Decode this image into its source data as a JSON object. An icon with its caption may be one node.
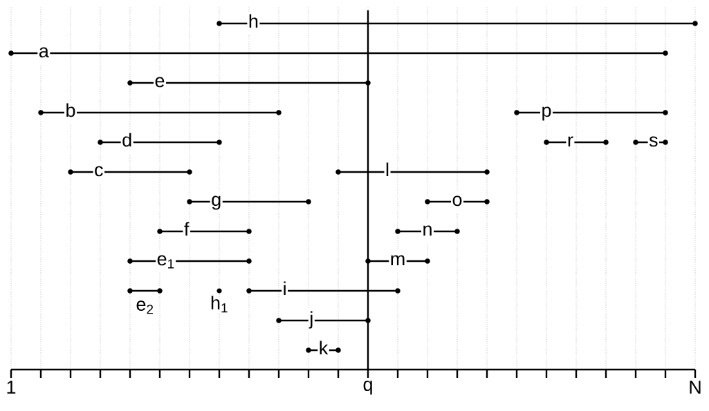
{
  "diagram": {
    "nodes": [
      {
        "text": [],
        "shape": "circle"
      },
      {
        "text": [],
        "shape": "circle"
      },
      {
        "text": [],
        "shape": "circle"
      },
      {
        "text": [],
        "shape": "circle"
      },
      {
        "text": [],
        "shape": "circle"
      },
      {
        "text": [],
        "shape": "circle"
      },
      {
        "text": [],
        "shape": "circle"
      },
      {
        "text": [],
        "shape": "circle"
      },
      {
        "text": [],
        "shape": "circle"
      },
      {
        "text": [],
        "shape": "circle"
      },
      {
        "text": [],
        "shape": "circle"
      },
      {
        "text": [],
        "shape": "circle"
      },
      {
        "text": [],
        "shape": "circle"
      },
      {
        "text": [],
        "shape": "circle"
      },
      {
        "text": [],
        "shape": "circle"
      },
      {
        "text": [],
        "shape": "circle"
      },
      {
        "text": [],
        "shape": "circle"
      },
      {
        "text": [],
        "shape": "circle"
      },
      {
        "text": [],
        "shape": "circle"
      },
      {
        "text": [],
        "shape": "circle"
      },
      {
        "text": [],
        "shape": "circle"
      },
      {
        "text": [],
        "shape": "circle"
      },
      {
        "text": [],
        "shape": "circle"
      },
      {
        "text": [],
        "shape": "circle"
      },
      {
        "text": [],
        "shape": "circle"
      },
      {
        "text": [],
        "shape": "circle"
      },
      {
        "text": [],
        "shape": "circle"
      },
      {
        "text": [],
        "shape": "circle"
      },
      {
        "text": [],
        "shape": "circle"
      },
      {
        "text": [],
        "shape": "circle"
      },
      {
        "text": [],
        "shape": "circle"
      },
      {
        "text": [],
        "shape": "circle"
      },
      {
        "text": [],
        "shape": "circle"
      },
      {
        "text": [],
        "shape": "circle"
      },
      {
        "text": [
          "h$_{1}$"
        ]
      },
      {
        "text": [],
        "shape": "circle"
      },
      {
        "text": [],
        "shape": "circle"
      },
      {
        "text": [],
        "shape": "circle"
      },
      {
        "text": [],
        "shape": "circle"
      },
      {
        "text": [],
        "shape": "circle"
      },
      {
        "text": [],
        "shape": "circle"
      }
    ],
    "edges": [
      {
        "from": 0,
        "to": 1,
        "arrow": "none",
        "label": "h"
      },
      {
        "from": 2,
        "to": 3,
        "arrow": "none",
        "label": "a"
      },
      {
        "from": 4,
        "to": 5,
        "arrow": "none",
        "label": "e"
      },
      {
        "from": 6,
        "to": 7,
        "arrow": "none",
        "label": "b"
      },
      {
        "from": 8,
        "to": 9,
        "arrow": "none",
        "label": "p"
      },
      {
        "from": 10,
        "to": 11,
        "arrow": "none",
        "label": "d"
      },
      {
        "from": 12,
        "to": 13,
        "arrow": "none",
        "label": "r"
      },
      {
        "from": 14,
        "to": 15,
        "arrow": "none",
        "label": "s"
      },
      {
        "from": 16,
        "to": 17,
        "arrow": "none",
        "label": "c"
      },
      {
        "from": 18,
        "to": 19,
        "arrow": "none",
        "label": "l"
      },
      {
        "from": 20,
        "to": 21,
        "arrow": "none",
        "label": "g"
      },
      {
        "from": 22,
        "to": 23,
        "arrow": "none",
        "label": "o"
      },
      {
        "from": 24,
        "to": 25,
        "arrow": "none",
        "label": "f"
      },
      {
        "from": 26,
        "to": 27,
        "arrow": "none",
        "label": "n"
      },
      {
        "from": 28,
        "to": 29,
        "arrow": "none",
        "label": "e$_{1}$"
      },
      {
        "from": 30,
        "to": 31,
        "arrow": "none",
        "label": "m"
      },
      {
        "from": 32,
        "to": 33,
        "arrow": "none",
        "label": "e$_{2}$"
      },
      {
        "from": 35,
        "to": 36,
        "arrow": "none",
        "label": "i"
      },
      {
        "from": 37,
        "to": 38,
        "arrow": "none",
        "label": "j"
      },
      {
        "from": 39,
        "to": 40,
        "arrow": "none",
        "label": "k"
      }
    ],
    "labels": [
      "1",
      "q",
      "N"
    ]
  }
}
